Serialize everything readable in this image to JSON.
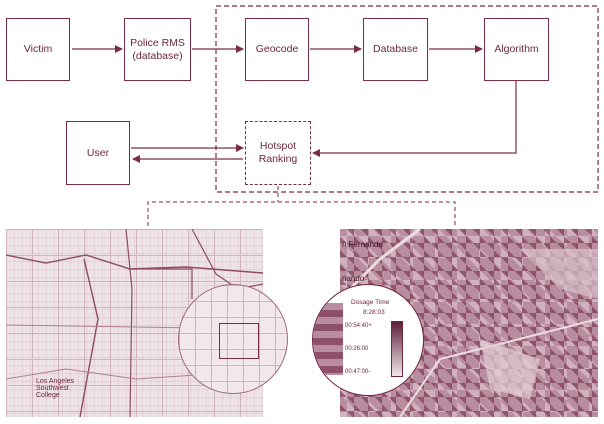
{
  "flowchart": {
    "victim": "Victim",
    "police_rms": "Police RMS\n(database)",
    "geocode": "Geocode",
    "database": "Database",
    "algorithm": "Algorithm",
    "user": "User",
    "hotspot_ranking": "Hotspot\nRanking"
  },
  "left_map": {
    "labels": [
      "Los Angeles\nSouthwest\nCollege"
    ]
  },
  "right_map": {
    "labels": [
      "n Fernando",
      "nando"
    ],
    "legend": {
      "title": "Dosage Time",
      "time": "8:28:03",
      "values": [
        "00:54:40+",
        "00:26:00",
        "00:47:00-"
      ]
    }
  },
  "colors": {
    "accent": "#7a2c47",
    "dark": "#5e1f36",
    "light": "#ede3e7"
  }
}
